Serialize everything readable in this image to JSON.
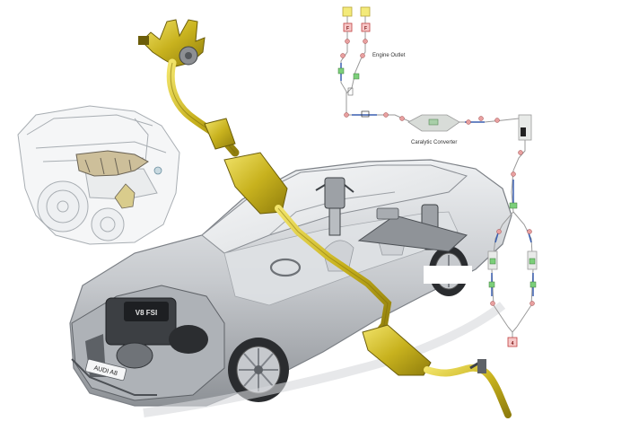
{
  "diagram": {
    "labels": {
      "engine_outlet": "Engine Outlet",
      "catalytic_converter": "Caralytic Converter"
    },
    "badge_text": "AUDI A8",
    "engine_cover_text": "V8 FSI",
    "node_letters": {
      "inlet": "F",
      "outlet": "4"
    },
    "colors": {
      "exhaust_pipe": "#d4c33a",
      "car_body": "#c9ccd0",
      "network_pipe_blue": "#3a5fb0",
      "network_pipe_grey": "#9a9a9a",
      "source_box": "#f3ea7a",
      "node_red": "#e8a0a0",
      "node_green": "#7ccf7a"
    }
  }
}
